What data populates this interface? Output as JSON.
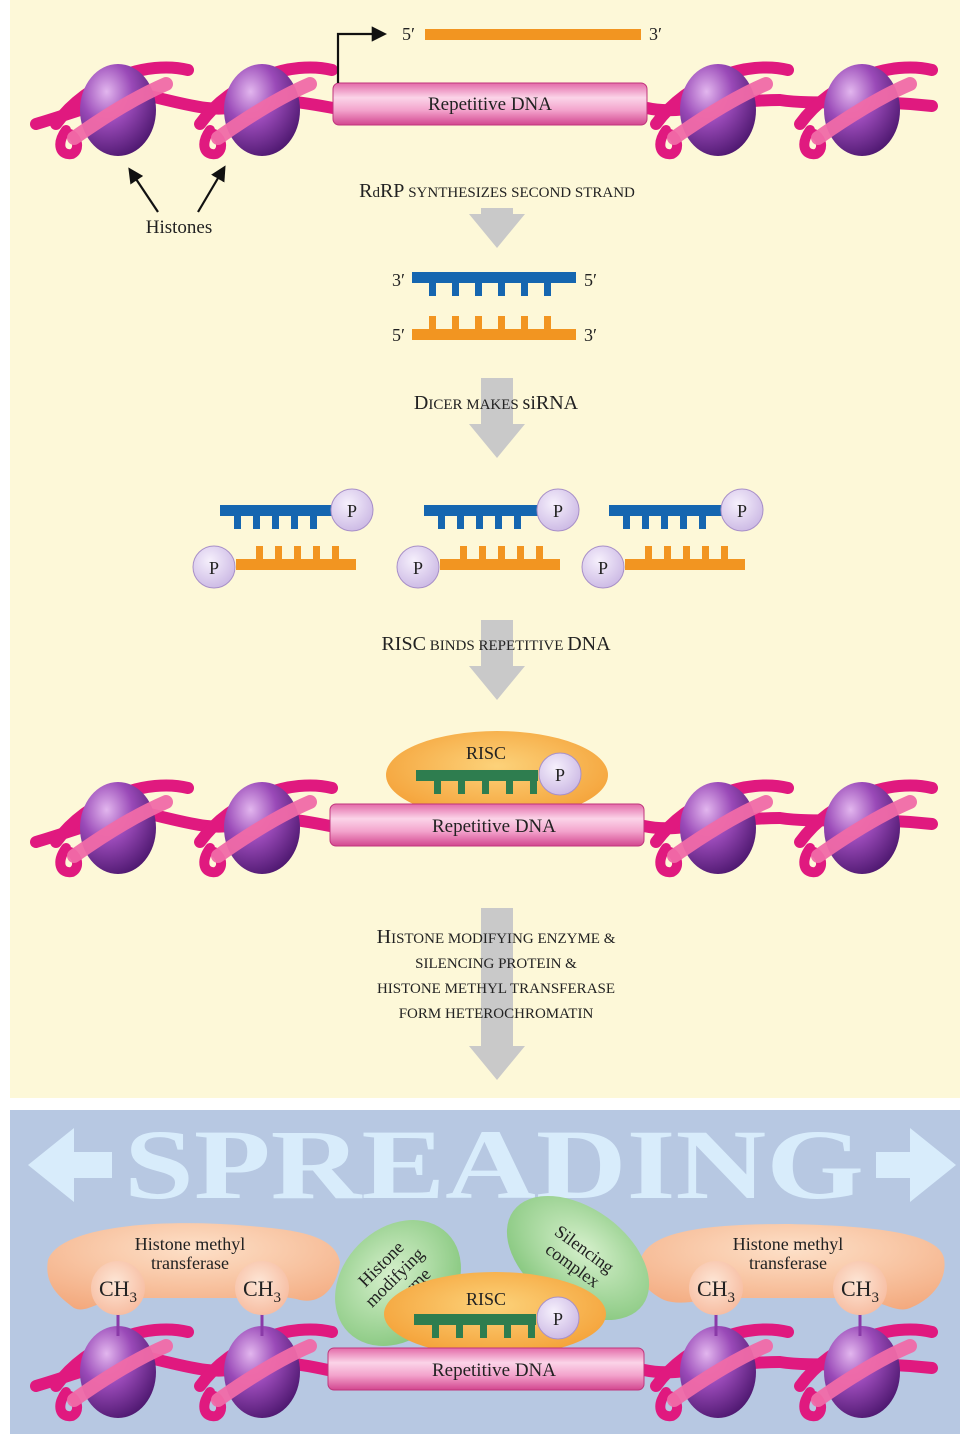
{
  "colors": {
    "background_top": "#fdf8d8",
    "background_bottom": "#b7c8e2",
    "dna_pink": "#e0197f",
    "dna_cylinder": "#f3a3cc",
    "histone_purple": "#8a3aa8",
    "rna_orange": "#f29521",
    "rna_blue": "#1566b0",
    "rna_green": "#2e7d4f",
    "risc_orange": "#f6a13a",
    "phosphate_lavender": "#ddd1ee",
    "step_arrow_gray": "#c9c9c9",
    "spreading_text": "#d8ecfb",
    "methyl_transferase": "#f4b58f",
    "green_protein": "#a8d8a0"
  },
  "top": {
    "transcript_5": "5′",
    "transcript_3": "3′",
    "repetitive_dna": "Repetitive DNA",
    "histones_label": "Histones"
  },
  "steps": {
    "step1_cap": "R",
    "step1_cap2": "d",
    "step1_cap3": "RP",
    "step1_rest": " SYNTHESIZES SECOND STRAND",
    "step2_cap": "D",
    "step2_rest": "ICER MAKES ",
    "step2_sirna": "siRNA",
    "step3_cap": "RISC",
    "step3_rest": " BINDS REPETITIVE ",
    "step3_dna": "DNA",
    "step4_line1_cap": "H",
    "step4_line1_rest": "ISTONE MODIFYING ENZYME &",
    "step4_line2": "SILENCING PROTEIN &",
    "step4_line3": "HISTONE METHYL TRANSFERASE",
    "step4_line4": "FORM HETEROCHROMATIN"
  },
  "dsrna": {
    "top_left": "3′",
    "top_right": "5′",
    "bottom_left": "5′",
    "bottom_right": "3′"
  },
  "sirna": {
    "phosphate": "P"
  },
  "risc_bound": {
    "risc_label": "RISC",
    "phosphate": "P",
    "repetitive_dna": "Repetitive DNA"
  },
  "spreading": {
    "banner": "SPREADING",
    "hmt_left_line1": "Histone methyl",
    "hmt_left_line2": "transferase",
    "hmt_right_line1": "Histone methyl",
    "hmt_right_line2": "transferase",
    "methyl": "CH",
    "methyl_sub": "3",
    "hme_line1": "Histone",
    "hme_line2": "modifying",
    "hme_line3": "enzyme",
    "sc_line1": "Silencing",
    "sc_line2": "complex",
    "risc_label": "RISC",
    "phosphate": "P",
    "repetitive_dna": "Repetitive DNA"
  }
}
